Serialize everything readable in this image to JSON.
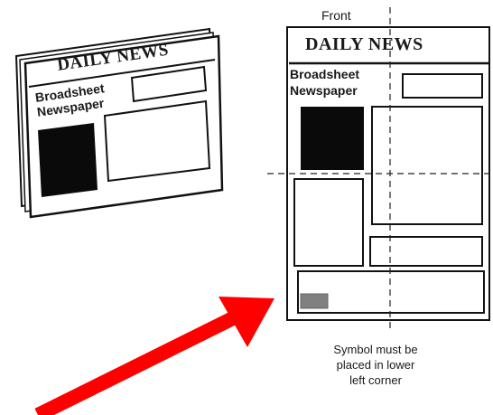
{
  "left_paper": {
    "masthead": "DAILY NEWS",
    "headline_line1": "Broadsheet",
    "headline_line2": "Newspaper"
  },
  "front_label": "Front",
  "right_paper": {
    "masthead": "DAILY NEWS",
    "headline_line1": "Broadsheet",
    "headline_line2": "Newspaper"
  },
  "caption": [
    "Symbol must be",
    "placed in lower",
    "left corner"
  ],
  "colors": {
    "arrow": "#ff0000",
    "ink": "#111111",
    "symbol": "#808080"
  }
}
